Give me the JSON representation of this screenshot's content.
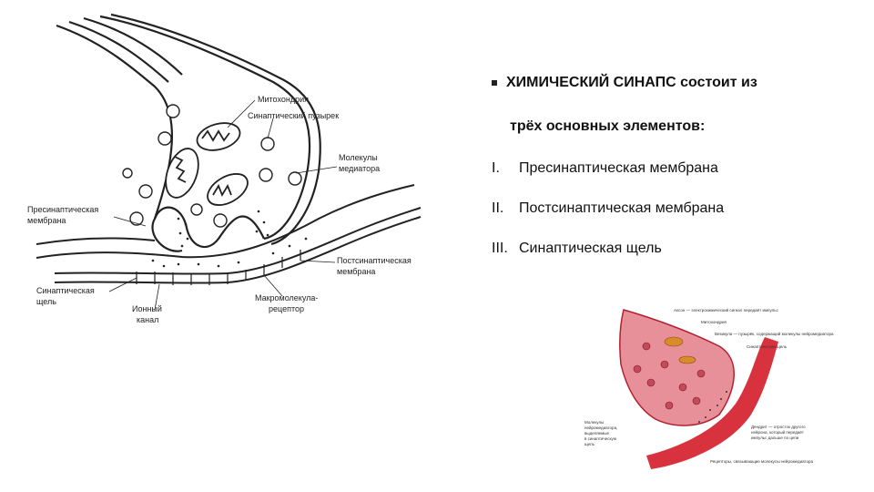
{
  "heading": {
    "bullet_icon": "square-bullet-icon",
    "line1": "ХИМИЧЕСКИЙ СИНАПС состоит из",
    "line2": "трёх основных элементов:"
  },
  "elements": [
    {
      "num": "I.",
      "label": "Пресинаптическая мембрана"
    },
    {
      "num": "II.",
      "label": "Постсинаптическая мембрана"
    },
    {
      "num": "III.",
      "label": "Синаптическая щель"
    }
  ],
  "diagram_labels": {
    "mitochondria": "Митохондрия",
    "vesicle": "Синаптический пузырек",
    "mediator_1": "Молекулы",
    "mediator_2": "медиатора",
    "presynaptic_1": "Пресинаптическая",
    "presynaptic_2": "мембрана",
    "postsynaptic_1": "Постсинаптическая",
    "postsynaptic_2": "мембрана",
    "cleft_1": "Синаптическая",
    "cleft_2": "щель",
    "ion_1": "Ионный",
    "ion_2": "канал",
    "receptor_1": "Макромолекула-",
    "receptor_2": "рецептор"
  },
  "color_labels": {
    "axon": "Аксон — электрохимический сигнал передаёт импульс",
    "mito": "Митохондрия",
    "vesicle": "Везикула — пузырёк, содержащий молекулы нейромедиатора",
    "cleft": "Синаптическая щель",
    "molecules_1": "Молекулы",
    "molecules_2": "нейромедиатора,",
    "molecules_3": "выделяемые",
    "molecules_4": "в синаптическую",
    "molecules_5": "щель",
    "dendrite_1": "Дендрит — отросток другого",
    "dendrite_2": "нейрона, который передаёт",
    "dendrite_3": "импульс дальше по цепи",
    "receptors": "Рецепторы, связывающие молекулы нейромедиатора"
  },
  "colors": {
    "ink": "#222222",
    "pink": "#e8909a",
    "red": "#d9323f",
    "deep_red": "#b3202d"
  }
}
